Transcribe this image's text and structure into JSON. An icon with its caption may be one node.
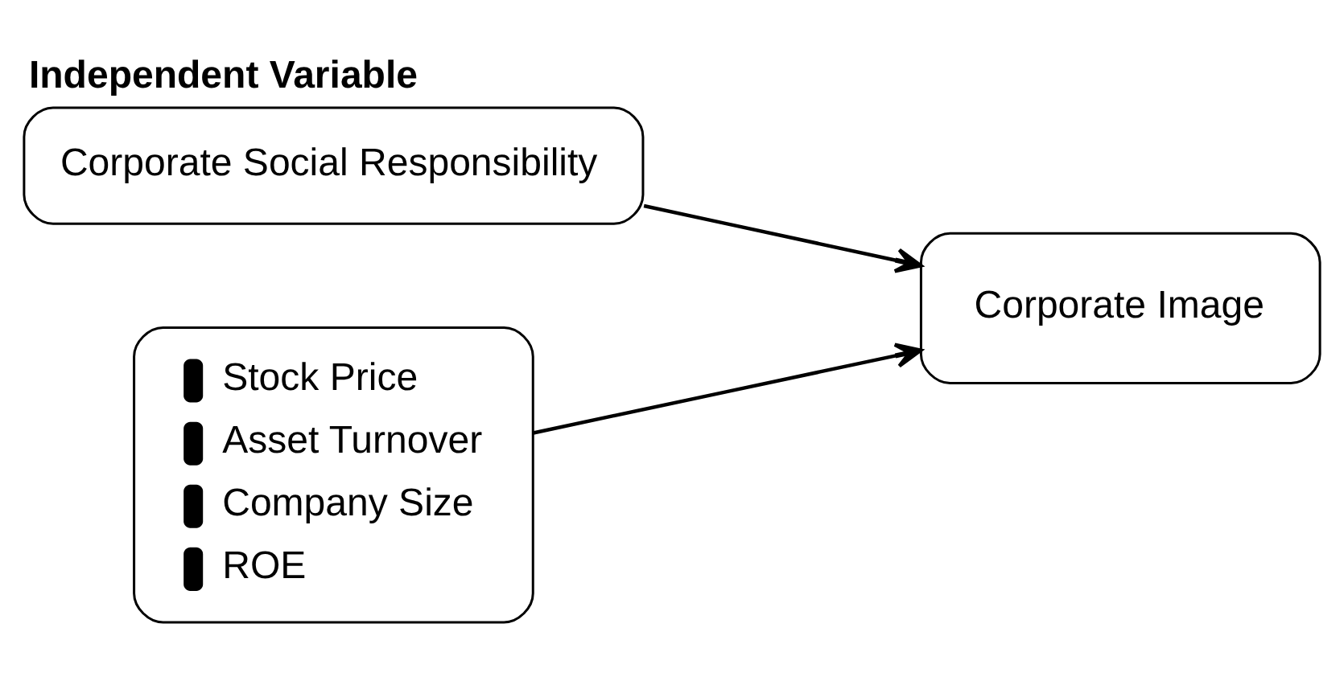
{
  "diagram": {
    "nodes": [
      {
        "text": [
          "Independent Variable",
          "Corporate Social Responsibility"
        ]
      },
      {
        "text": [
          "Corporate Image"
        ]
      },
      {
        "text": [
          "Stock Price",
          "Asset Turnover",
          "Company Size",
          "ROE"
        ]
      }
    ],
    "edges": [
      {
        "from": 0,
        "to": 1,
        "arrow": "to"
      },
      {
        "from": 2,
        "to": 1,
        "arrow": "to"
      }
    ]
  }
}
